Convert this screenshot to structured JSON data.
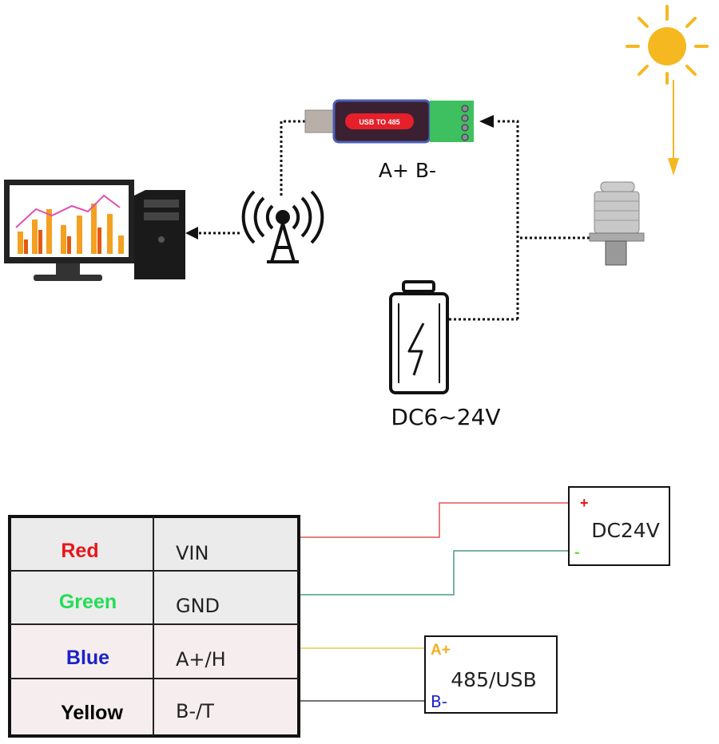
{
  "top": {
    "usb_device_label": "USB TO 485",
    "usb_terminals_label": "A+ B-",
    "battery_label": "DC6~24V"
  },
  "icons": [
    "computer-monitor-icon",
    "computer-tower-icon",
    "wireless-antenna-icon",
    "usb-to-485-adapter",
    "battery-icon",
    "sun-icon",
    "solar-radiation-sensor"
  ],
  "wiring_table": {
    "rows": [
      {
        "color": "Red",
        "signal": "VIN",
        "text_color": "#e8161b"
      },
      {
        "color": "Green",
        "signal": "GND",
        "text_color": "#22dd55"
      },
      {
        "color": "Blue",
        "signal": "A+/H",
        "text_color": "#1a22c8"
      },
      {
        "color": "Yellow",
        "signal": "B-/T",
        "text_color": "#000000"
      }
    ]
  },
  "power_box": {
    "label": "DC24V",
    "plus": "+",
    "minus": "-"
  },
  "bus_box": {
    "label": "485/USB",
    "a": "A+",
    "b": "B-"
  },
  "colors": {
    "red_wire": "#e05555",
    "green_wire": "#4a9a80",
    "yellow_wire": "#e8c850",
    "black_wire": "#444444",
    "sun": "#f5b820"
  }
}
